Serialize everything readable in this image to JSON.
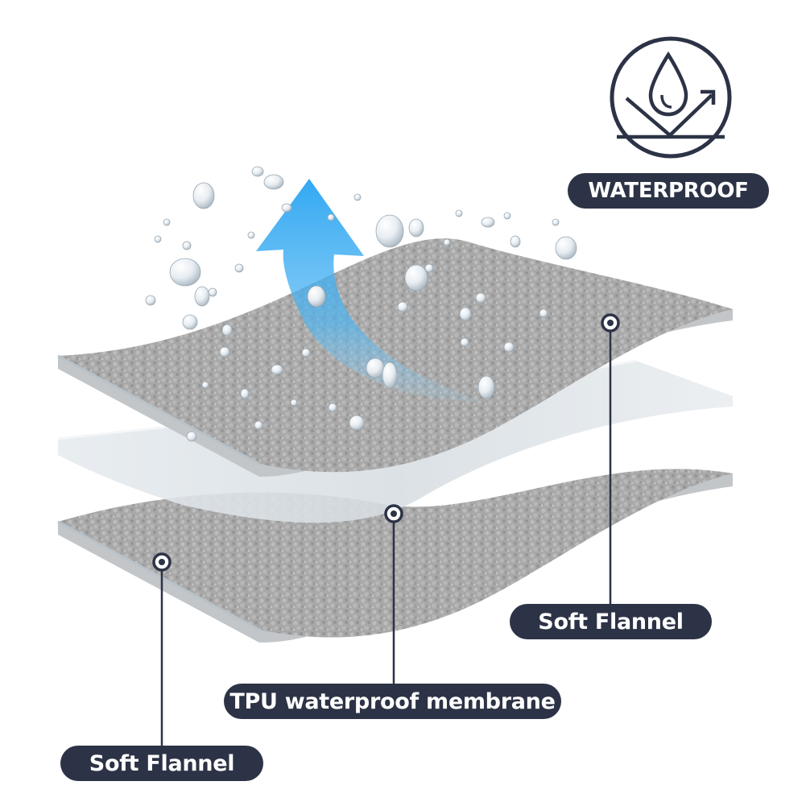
{
  "badge": {
    "label": "WATERPROOF",
    "icon": "water-drop-repel-icon"
  },
  "layers": [
    {
      "id": "top-layer",
      "label": "Soft Flannel",
      "icon": "callout-dot-icon"
    },
    {
      "id": "middle-layer",
      "label": "TPU waterproof membrane",
      "icon": "callout-dot-icon"
    },
    {
      "id": "bottom-layer",
      "label": "Soft Flannel",
      "icon": "callout-dot-icon"
    }
  ],
  "colors": {
    "pill_background": "#2d3346",
    "pill_text": "#ffffff",
    "callout_line": "#2d3346",
    "fabric": "#a9a9a9",
    "membrane": "#e3e8ec",
    "arrow": "#2e9ee8"
  }
}
